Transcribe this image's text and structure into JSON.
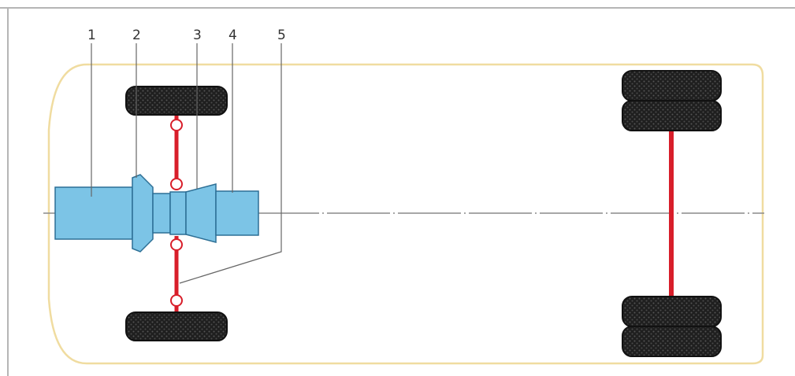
{
  "diagram": {
    "labels": [
      {
        "id": "1",
        "text": "1"
      },
      {
        "id": "2",
        "text": "2"
      },
      {
        "id": "3",
        "text": "3"
      },
      {
        "id": "4",
        "text": "4"
      },
      {
        "id": "5",
        "text": "5"
      }
    ],
    "colors": {
      "body_outline": "#f0dca0",
      "drivetrain_fill": "#7cc4e6",
      "drivetrain_stroke": "#2d6f95",
      "axle": "#d81e2a",
      "tire": "#1c1c1c",
      "joint_fill": "#ffffff",
      "centerline": "#8a8a8a",
      "leader_line": "#666666",
      "frame_border": "#b5b5b5"
    }
  }
}
